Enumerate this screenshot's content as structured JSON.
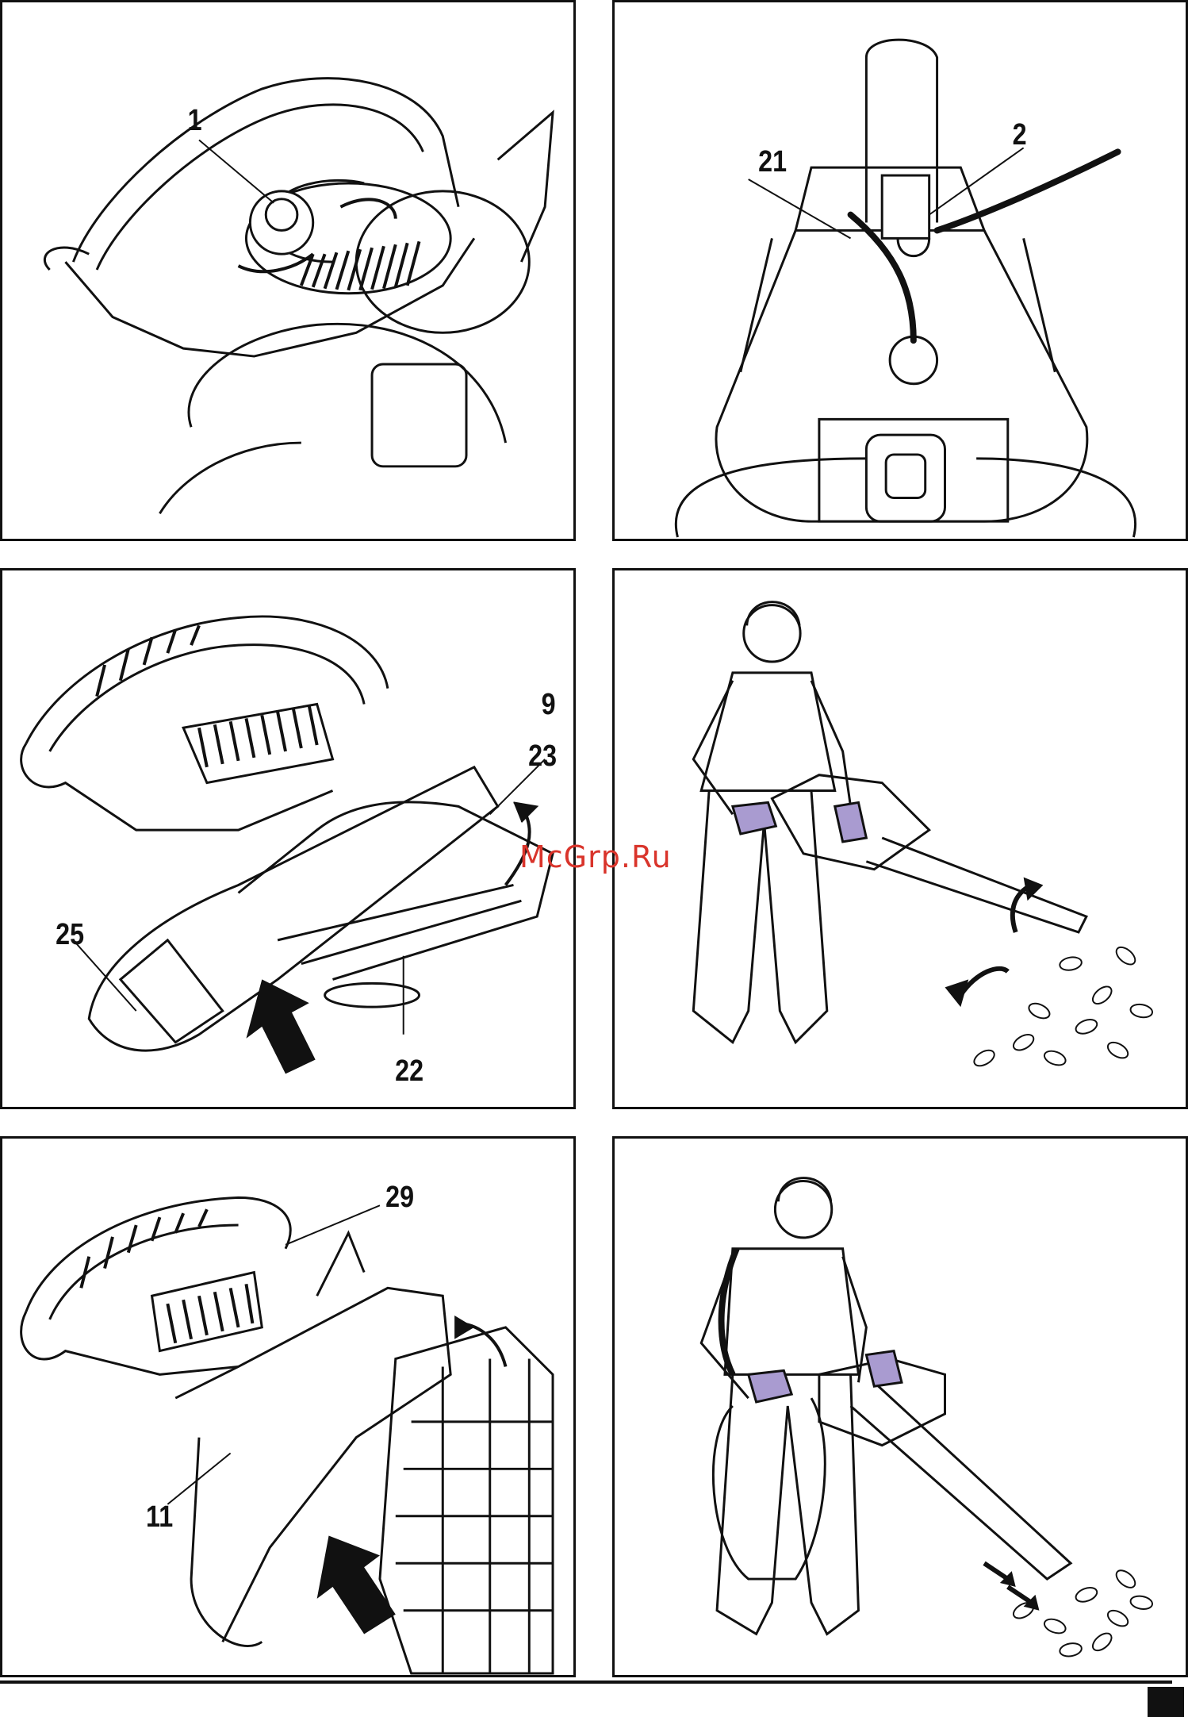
{
  "figures": [
    {
      "id": "fig-a",
      "callouts": [
        "1"
      ]
    },
    {
      "id": "fig-b",
      "callouts": [
        "21",
        "2"
      ]
    },
    {
      "id": "fig-c",
      "callouts": [
        "9",
        "23",
        "25",
        "22"
      ]
    },
    {
      "id": "fig-d",
      "callouts": []
    },
    {
      "id": "fig-e",
      "callouts": [
        "29",
        "11"
      ]
    },
    {
      "id": "fig-f",
      "callouts": []
    }
  ],
  "watermark": "McGrp.Ru",
  "colors": {
    "line": "#111111",
    "glove": "#a99bd0",
    "watermark": "#d9342b"
  }
}
